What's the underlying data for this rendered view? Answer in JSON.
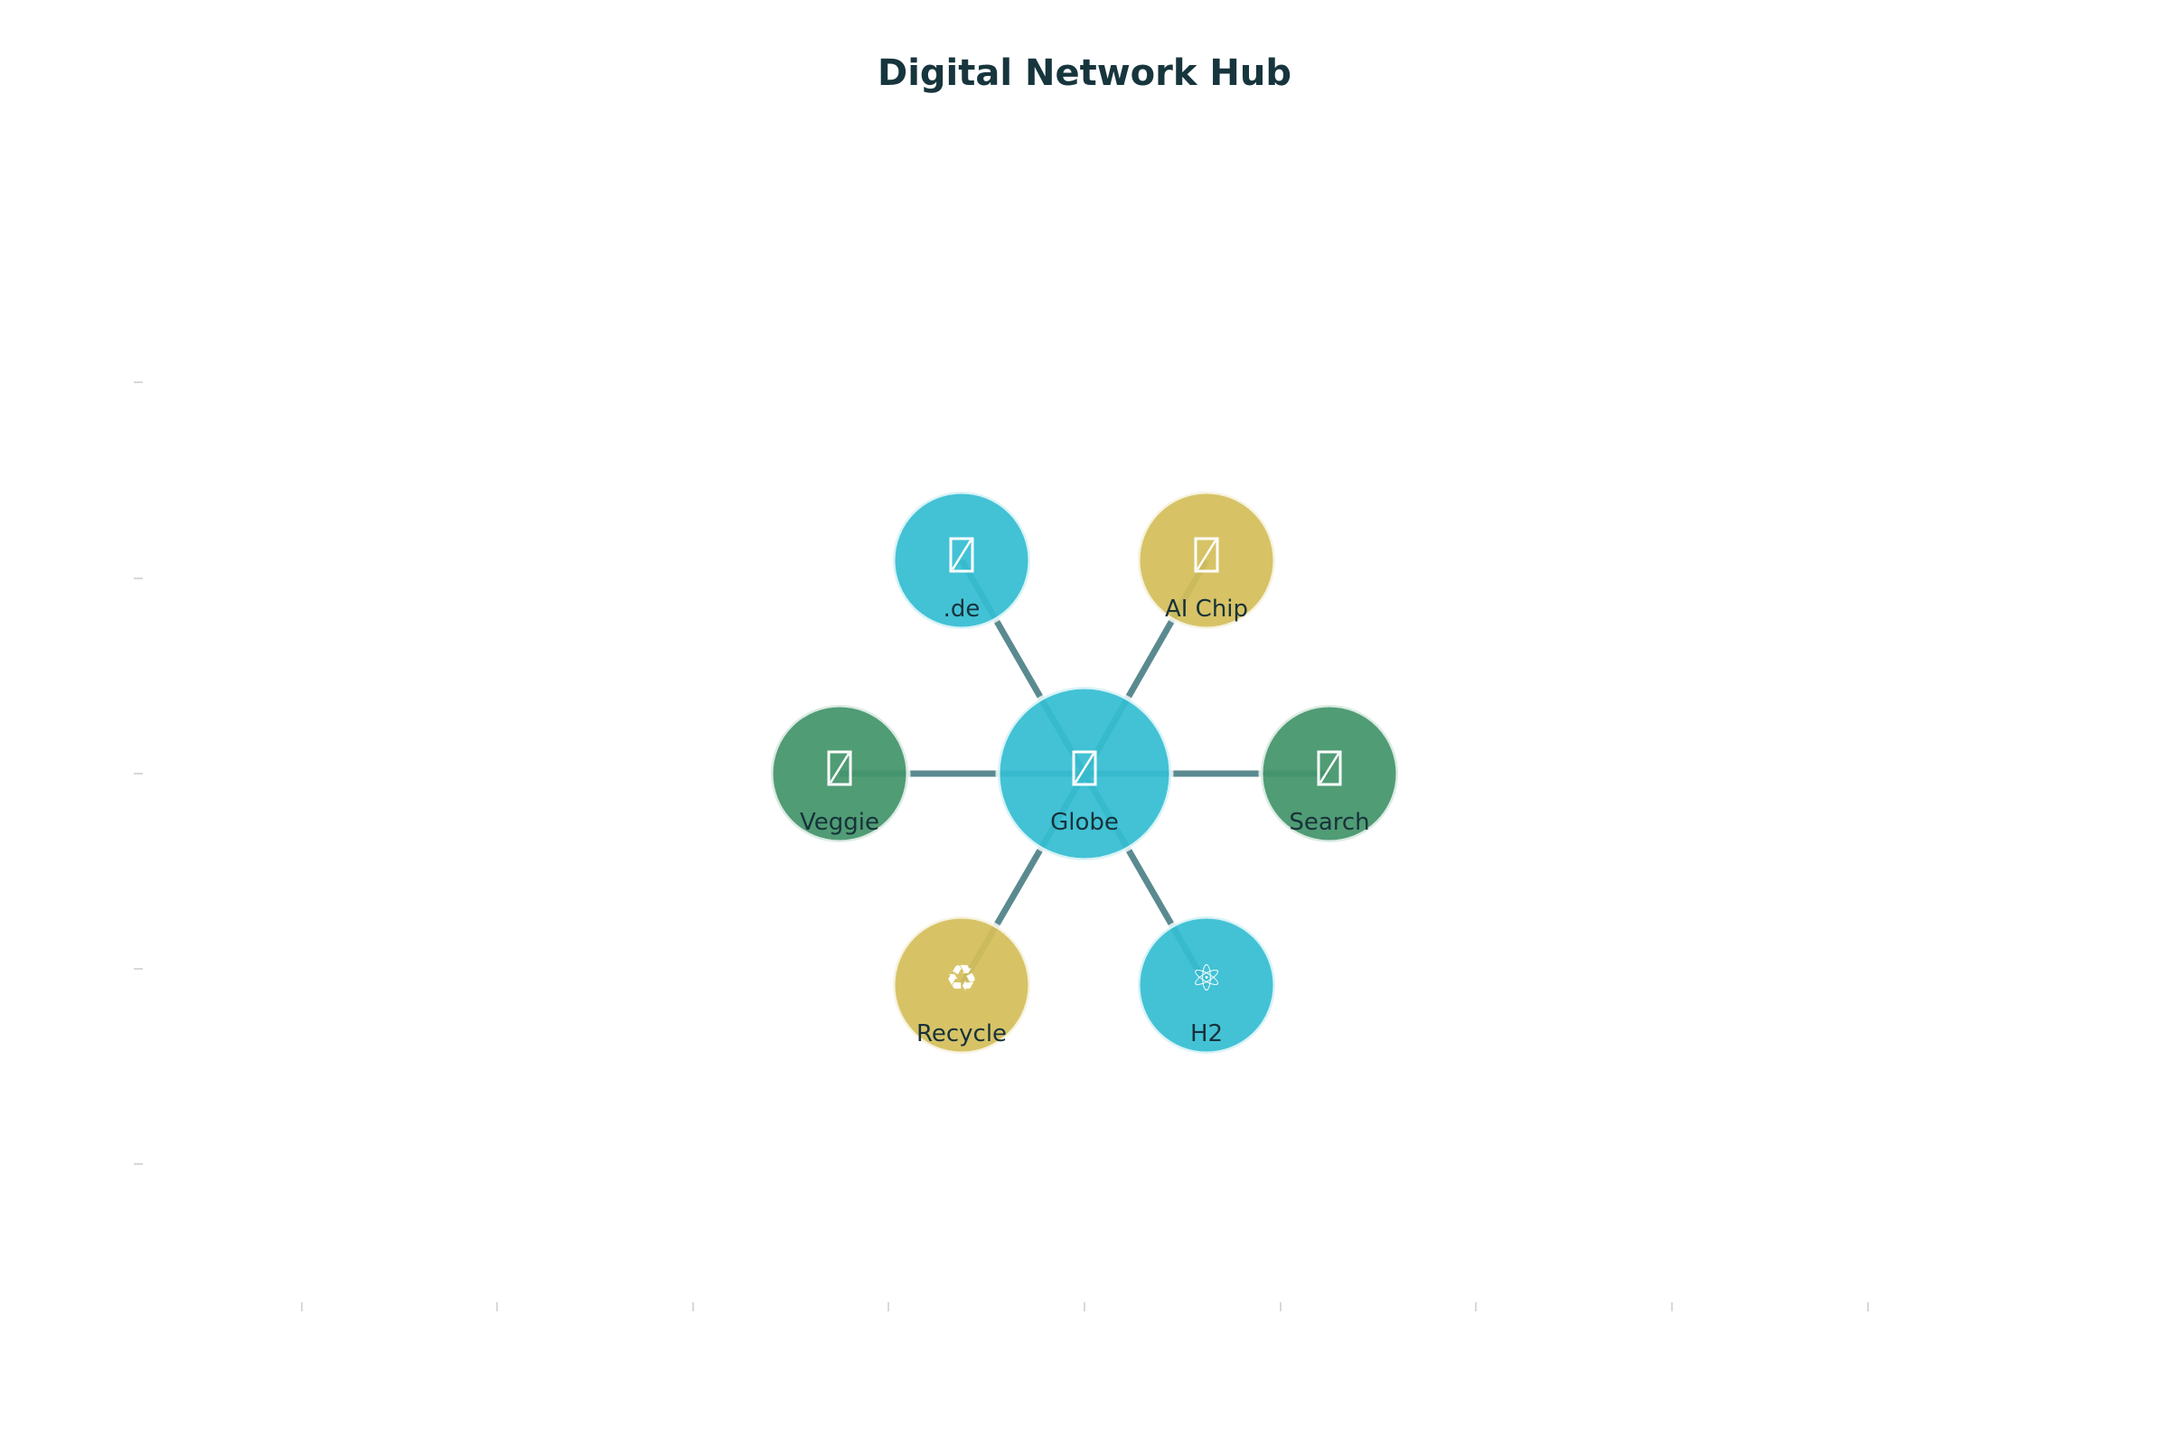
{
  "title": "Digital Network Hub",
  "colors": {
    "cyan": "#35BDD2",
    "gold": "#D4BE5A",
    "green": "#43956A",
    "edge": "#5A8A90",
    "label": "#17323A",
    "tick": "#D8D8D8"
  },
  "nodes": [
    {
      "id": "globe",
      "label": "Globe",
      "icon": "globe-icon",
      "glyph": "",
      "color": "cyan",
      "center": true
    },
    {
      "id": "de",
      "label": ".de",
      "icon": "flag-icon",
      "glyph": "",
      "color": "cyan"
    },
    {
      "id": "ai",
      "label": "AI Chip",
      "icon": "chip-icon",
      "glyph": "",
      "color": "gold"
    },
    {
      "id": "veggie",
      "label": "Veggie",
      "icon": "veggie-icon",
      "glyph": "",
      "color": "green"
    },
    {
      "id": "search",
      "label": "Search",
      "icon": "search-icon",
      "glyph": "",
      "color": "green"
    },
    {
      "id": "recycle",
      "label": "Recycle",
      "icon": "recycle-icon",
      "glyph": "♻",
      "color": "gold"
    },
    {
      "id": "h2",
      "label": "H2",
      "icon": "atom-icon",
      "glyph": "⚛",
      "color": "cyan"
    }
  ],
  "edges": [
    [
      "globe",
      "de"
    ],
    [
      "globe",
      "ai"
    ],
    [
      "globe",
      "veggie"
    ],
    [
      "globe",
      "search"
    ],
    [
      "globe",
      "recycle"
    ],
    [
      "globe",
      "h2"
    ]
  ]
}
